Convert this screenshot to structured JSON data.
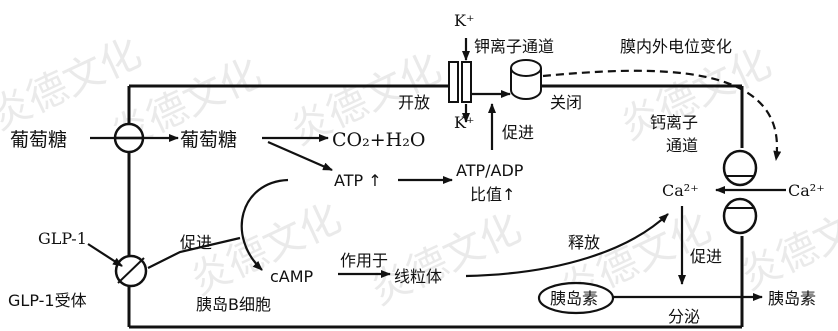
{
  "labels": {
    "glucose_outside": "葡萄糖",
    "glucose_inside": "葡萄糖",
    "co2_h2o": "CO₂+H₂O",
    "atp_up": "ATP ↑",
    "atp_adp": "ATP/ADP",
    "ratio_up": "比值↑",
    "k_top": "K⁺",
    "k_bottom": "K⁺",
    "k_channel": "钾离子通道",
    "open": "开放",
    "closed": "关闭",
    "promote_k": "促进",
    "membrane_potential": "膜内外电位变化",
    "ca_channel_line1": "钙离子",
    "ca_channel_line2": "通道",
    "ca_inside": "Ca²⁺",
    "ca_outside": "Ca²⁺",
    "glp1": "GLP-1",
    "glp1_receptor": "GLP-1受体",
    "promote_camp": "促进",
    "camp": "cAMP",
    "acts_on": "作用于",
    "mitochondria": "线粒体",
    "release": "释放",
    "promote_insulin": "促进",
    "insulin_inside": "胰岛素",
    "secretion": "分泌",
    "insulin_outside": "胰岛素",
    "cell_name": "胰岛B细胞"
  },
  "watermark": "炎德文化"
}
